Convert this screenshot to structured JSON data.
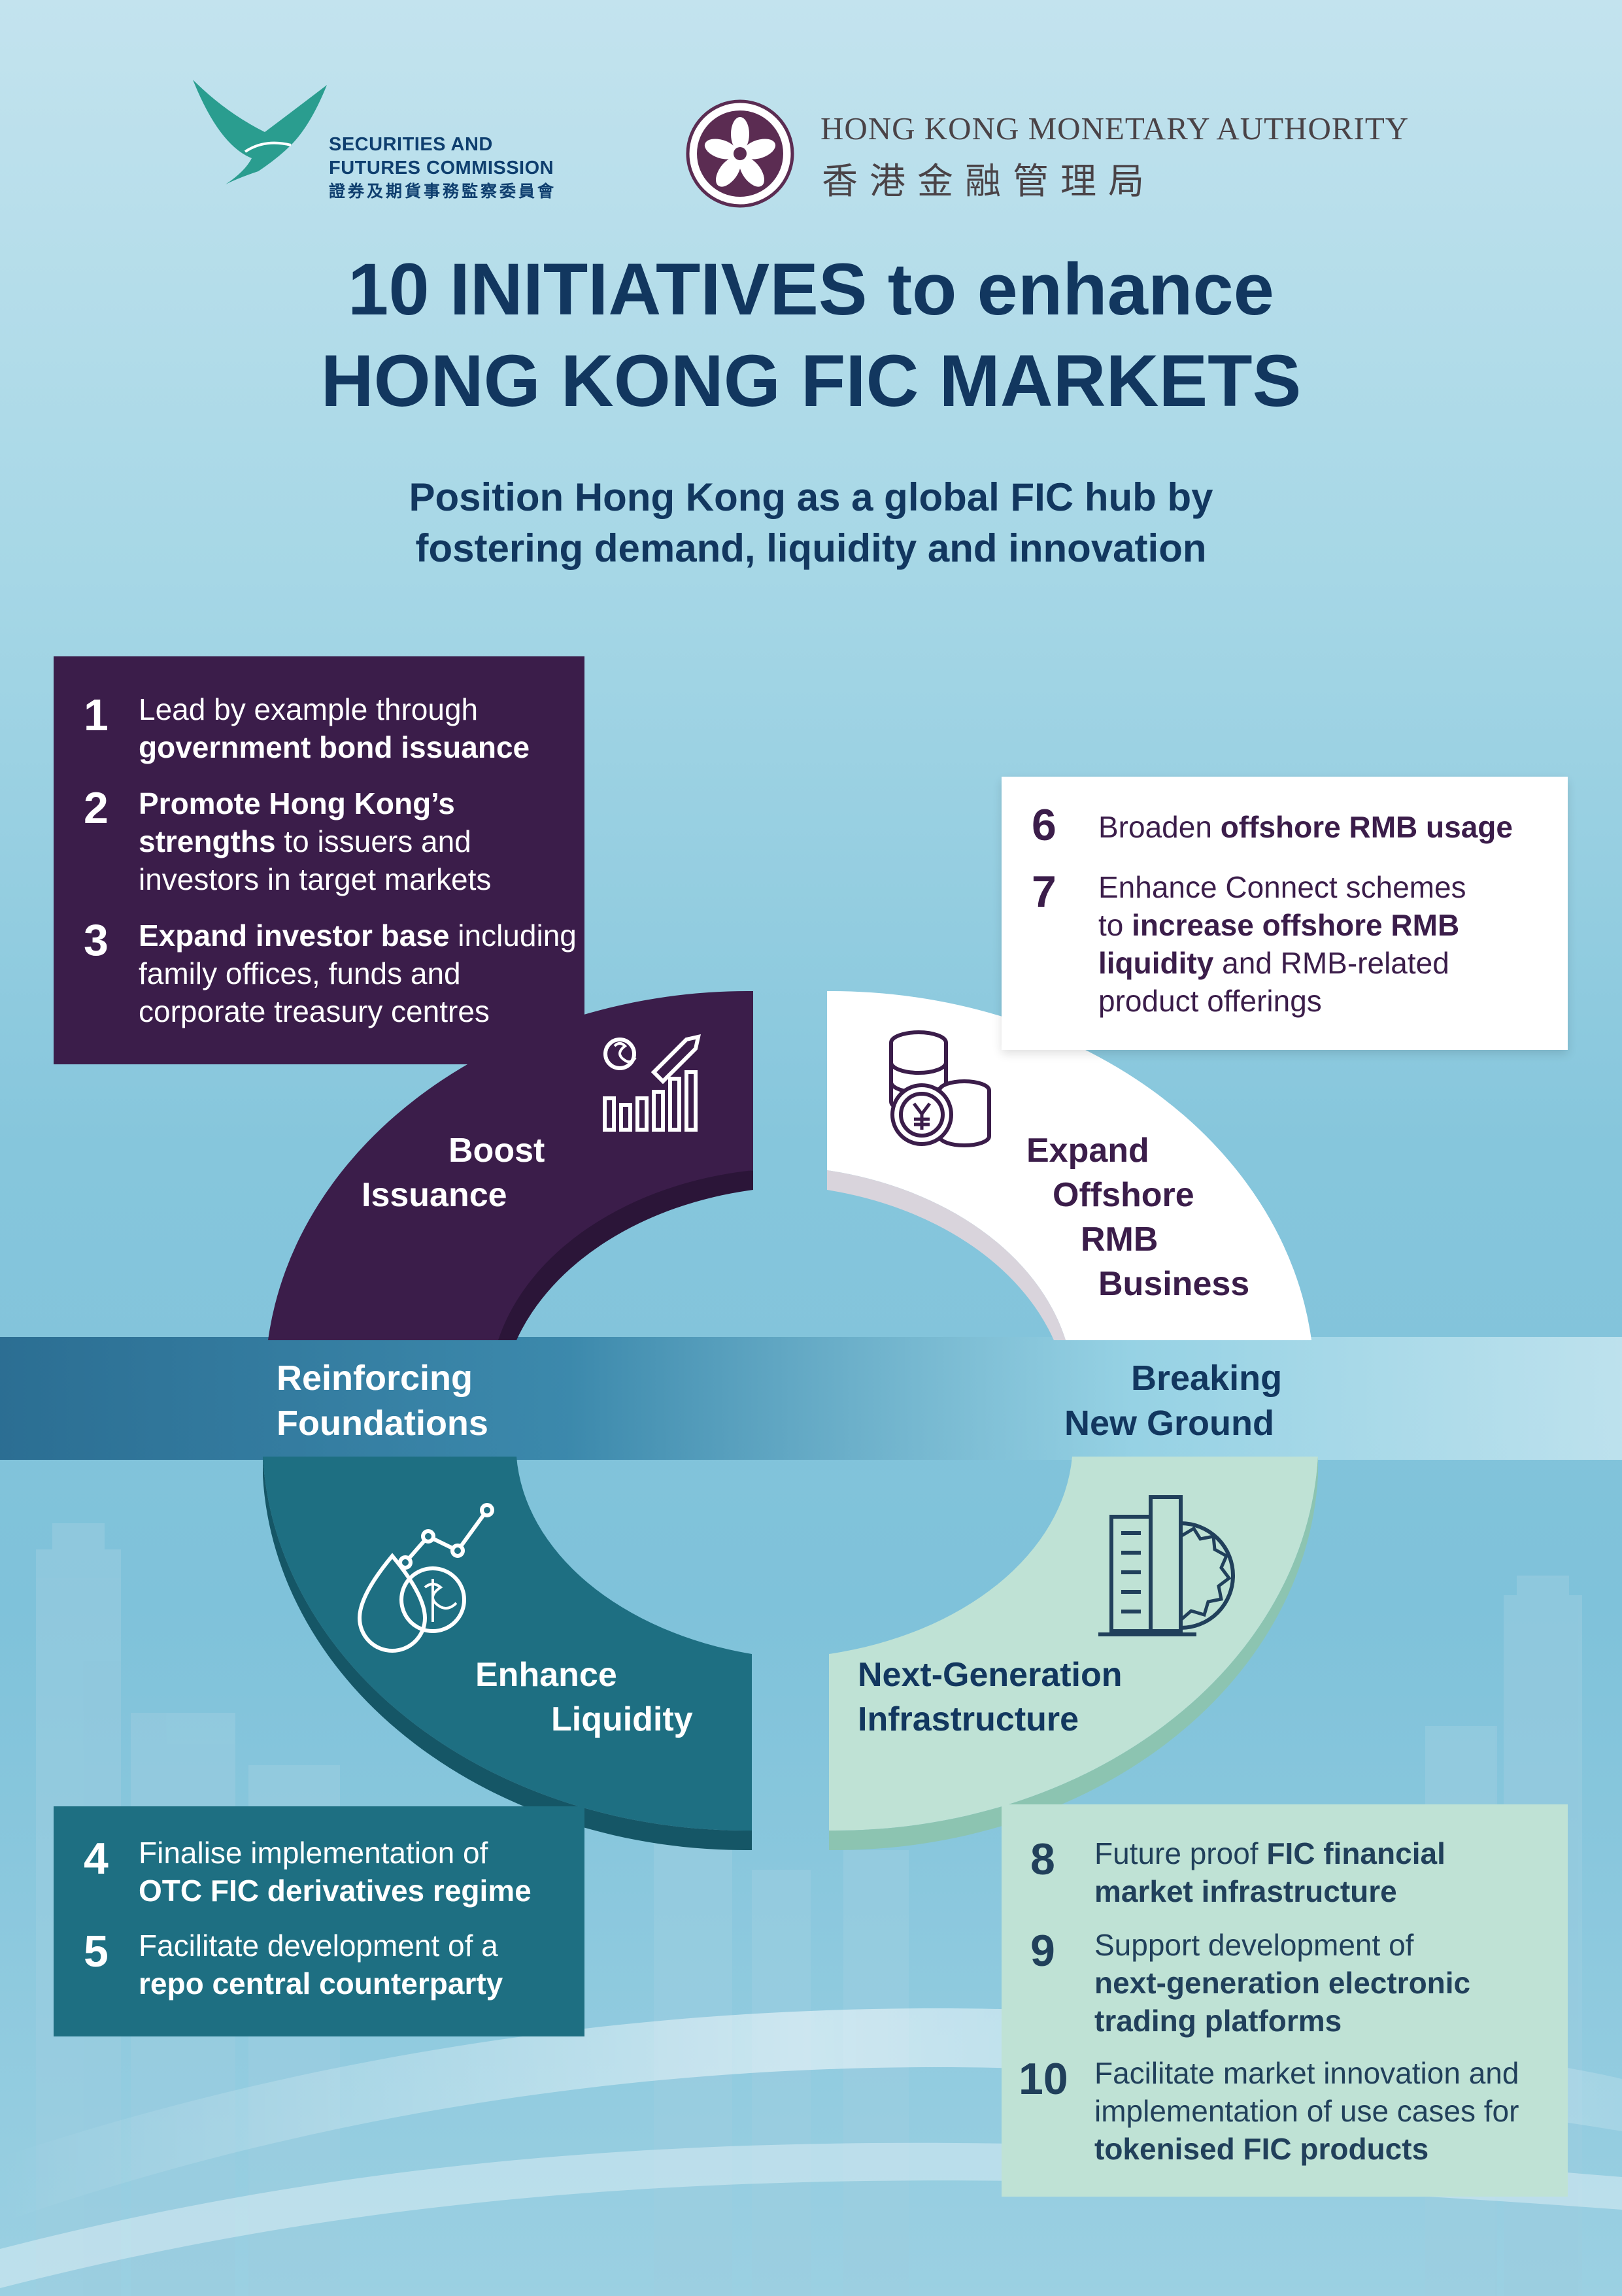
{
  "logos": {
    "sfc": {
      "name_line1": "SECURITIES AND",
      "name_line2": "FUTURES COMMISSION",
      "name_cn": "證券及期貨事務監察委員會",
      "color": "#2a9d8f"
    },
    "hkma": {
      "name_en": "HONG KONG MONETARY AUTHORITY",
      "name_cn": "香港金融管理局",
      "color": "#4a4347"
    }
  },
  "title": {
    "line1": "10 INITIATIVES to enhance",
    "line2": "HONG KONG FIC MARKETS"
  },
  "subtitle": {
    "line1": "Position Hong Kong as a global FIC hub by",
    "line2": "fostering demand, liquidity and innovation"
  },
  "segments": {
    "boost": {
      "line1": "Boost",
      "line2": "Issuance",
      "color": "#3b1d4a"
    },
    "expand": {
      "line1": "Expand",
      "line2": "Offshore",
      "line3": "RMB",
      "line4": "Business",
      "color": "#ffffff"
    },
    "liquidity": {
      "line1": "Enhance",
      "line2": "Liquidity",
      "color": "#1e6f82"
    },
    "infra": {
      "line1": "Next-Generation",
      "line2": "Infrastructure",
      "color": "#bfe2d5"
    }
  },
  "band": {
    "left_line1": "Reinforcing",
    "left_line2": "Foundations",
    "right_line1": "Breaking",
    "right_line2": "New Ground"
  },
  "initiatives": {
    "i1": {
      "num": "1",
      "l1": "Lead by example through",
      "l2_b": "government bond issuance"
    },
    "i2": {
      "num": "2",
      "l1_b": "Promote Hong Kong’s",
      "l2_b": "strengths",
      "l2": " to issuers and",
      "l3": "investors in target markets"
    },
    "i3": {
      "num": "3",
      "l1_b": "Expand investor base",
      "l1": " including",
      "l2": "family offices, funds and",
      "l3": "corporate treasury centres"
    },
    "i4": {
      "num": "4",
      "l1": "Finalise implementation of",
      "l2_b": "OTC FIC derivatives regime"
    },
    "i5": {
      "num": "5",
      "l1": "Facilitate development of a",
      "l2_b": "repo central counterparty"
    },
    "i6": {
      "num": "6",
      "l1": "Broaden ",
      "l1_b": "offshore RMB usage"
    },
    "i7": {
      "num": "7",
      "l1": "Enhance Connect schemes",
      "l2": "to ",
      "l2_b": "increase offshore RMB",
      "l3_b": "liquidity",
      "l3": " and RMB-related",
      "l4": "product offerings"
    },
    "i8": {
      "num": "8",
      "l1": "Future proof ",
      "l1_b": "FIC financial",
      "l2_b": "market infrastructure"
    },
    "i9": {
      "num": "9",
      "l1": "Support development of",
      "l2_b": "next-generation electronic",
      "l3_b": "trading platforms"
    },
    "i10": {
      "num": "10",
      "l1": "Facilitate market innovation and",
      "l2": "implementation of use cases for",
      "l3_b": "tokenised FIC products"
    }
  }
}
